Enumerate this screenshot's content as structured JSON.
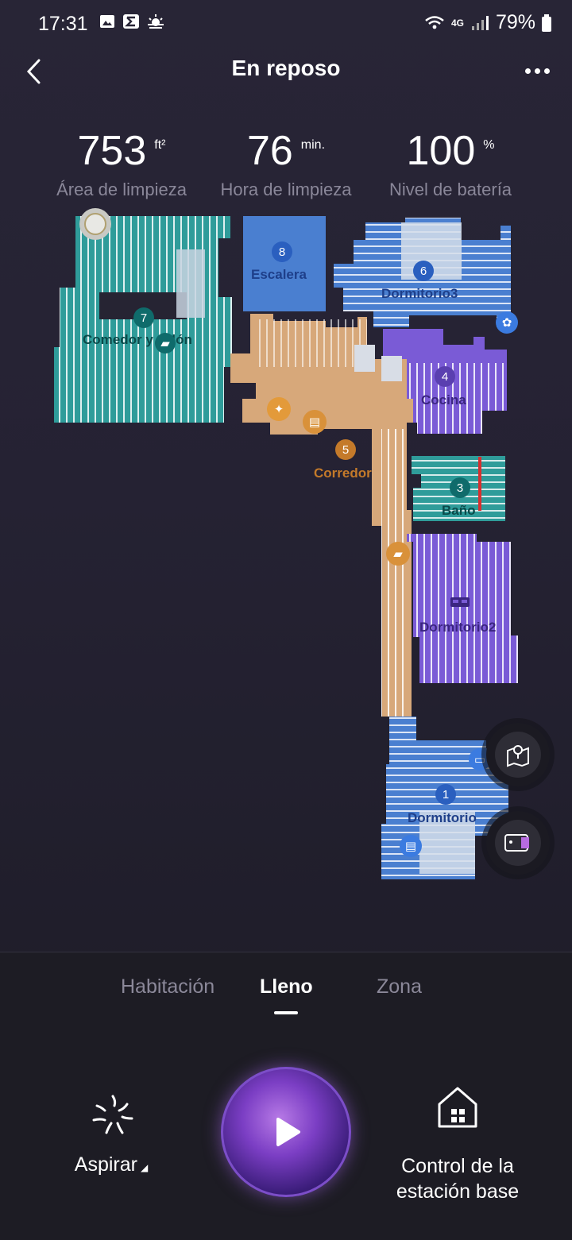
{
  "status": {
    "time": "17:31",
    "network": "4G",
    "battery": "79%"
  },
  "header": {
    "title": "En reposo"
  },
  "stats": [
    {
      "value": "753",
      "unit": "ft²",
      "label": "Área de limpieza"
    },
    {
      "value": "76",
      "unit": "min.",
      "label": "Hora de limpieza"
    },
    {
      "value": "100",
      "unit": "%",
      "label": "Nivel de batería"
    }
  ],
  "rooms": [
    {
      "num": "1",
      "name": "Dormitorio"
    },
    {
      "num": "3",
      "name": "Baño"
    },
    {
      "num": "4",
      "name": "Cocina"
    },
    {
      "num": "5",
      "name": "Corredor"
    },
    {
      "num": "6",
      "name": "Dormitorio3"
    },
    {
      "num": "7",
      "name": "Comedor y salón"
    },
    {
      "num": "8",
      "name": "Escalera"
    },
    {
      "num": "",
      "name": "Dormitorio2"
    }
  ],
  "colors": {
    "teal": "#2f9c9a",
    "blue": "#4a7fd0",
    "purple": "#7a5bd6",
    "sand": "#d7a87a",
    "badge_teal": "#0f6b6b",
    "badge_blue": "#2a5fbf",
    "badge_purple": "#5a3fb0",
    "badge_orange": "#c47a2a"
  },
  "tabs": [
    "Habitación",
    "Lleno",
    "Zona"
  ],
  "active_tab": "Lleno",
  "actions": {
    "left_label": "Aspirar",
    "right_label": "Control de la estación base"
  }
}
